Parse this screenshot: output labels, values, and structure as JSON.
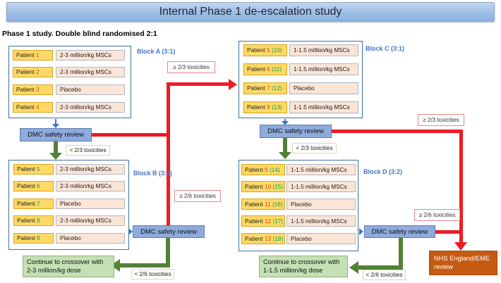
{
  "slide": {
    "title": "Internal Phase 1 de-escalation study",
    "subtitle": "Phase 1 study. Double blind randomised 2:1"
  },
  "dmc": {
    "label": "DMC safety review"
  },
  "edge_labels": {
    "ge_2_3": "≥ 2/3 toxicities",
    "lt_2_3": "< 2/3 toxicities",
    "ge_2_6": "≥ 2/6 toxicities",
    "lt_2_6": "< 2/6 toxicities"
  },
  "blocks": {
    "a": {
      "label": "Block A (3:1)",
      "rows": [
        {
          "name": "Patient",
          "num": "1",
          "dose": "2-3 million/kg MSCs"
        },
        {
          "name": "Patient",
          "num": "2",
          "dose": "2-3 million/kg MSCs"
        },
        {
          "name": "Patient",
          "num": "3",
          "dose": "Placebo"
        },
        {
          "name": "Patient",
          "num": "4",
          "dose": "2-3 million/kg MSCs"
        }
      ]
    },
    "b": {
      "label": "Block B (3:2)",
      "rows": [
        {
          "name": "Patient",
          "num": "5",
          "dose": "2-3 million/kg MSCs"
        },
        {
          "name": "Patient",
          "num": "6",
          "dose": "2-3 million/kg MSCs"
        },
        {
          "name": "Patient",
          "num": "7",
          "dose": "Placebo"
        },
        {
          "name": "Patient",
          "num": "8",
          "dose": "2-3 million/kg MSCs"
        },
        {
          "name": "Patient",
          "num": "9",
          "dose": "Placebo"
        }
      ]
    },
    "c": {
      "label": "Block C (3:1)",
      "rows": [
        {
          "name": "Patient",
          "num": "5",
          "seq": "(10)",
          "dose": "1-1.5 million/kg MSCs"
        },
        {
          "name": "Patient",
          "num": "6",
          "seq": "(11)",
          "dose": "1-1.5 million/kg MSCs"
        },
        {
          "name": "Patient",
          "num": "7",
          "seq": "(12)",
          "dose": "Placebo"
        },
        {
          "name": "Patient",
          "num": "8",
          "seq": "(13)",
          "dose": "1-1.5 million/kg MSCs"
        }
      ]
    },
    "d": {
      "label": "Block D (3:2)",
      "rows": [
        {
          "name": "Patient",
          "num": "9",
          "seq": "(14)",
          "dose": "1-1.5 million/kg MSCs"
        },
        {
          "name": "Patient",
          "num": "10",
          "seq": "(15)",
          "dose": "1-1.5 million/kg MSCs"
        },
        {
          "name": "Patient",
          "num": "11",
          "seq": "(16)",
          "dose": "Placebo"
        },
        {
          "name": "Patient",
          "num": "12",
          "seq": "(17)",
          "dose": "1-1.5 million/kg MSCs"
        },
        {
          "name": "Patient",
          "num": "13",
          "seq": "(18)",
          "dose": "Placebo"
        }
      ]
    }
  },
  "outcomes": {
    "crossover_low_dose": "Continue to crossover with 2-3 million/kg dose",
    "crossover_high_dose": "Continue to crossover with 1-1.5 million/kg dose",
    "nhs_review": "NHS England/EME review"
  },
  "colors": {
    "escalation_red": "#ED1C24",
    "safe_green": "#538135",
    "connector_blue": "#4472C4",
    "block_border_blue": "#41719C",
    "dmc_fill": "#8FAADC",
    "patient_yellow": "#FFD966",
    "dose_peach": "#FBE5D6",
    "continue_green_fill": "#C5E0B4",
    "nhs_orange": "#C55A11",
    "patient_num_red": "#E8420B",
    "patient_num_green": "#00A550",
    "block_label_blue": "#4472C4"
  }
}
